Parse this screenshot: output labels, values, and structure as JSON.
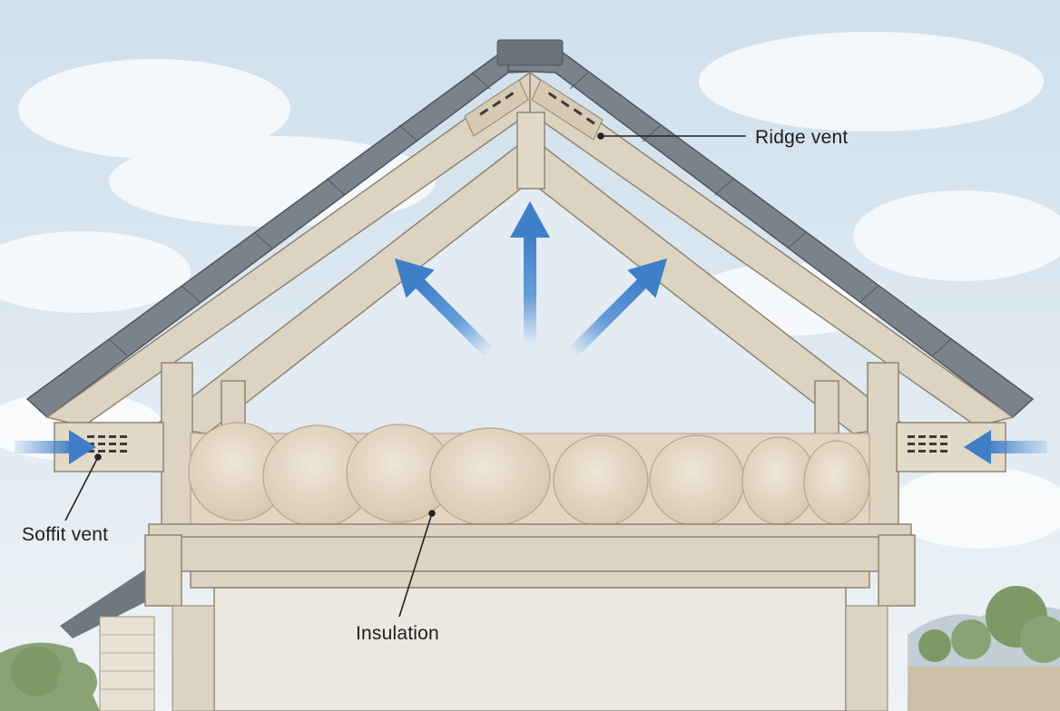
{
  "labels": {
    "ridge_vent": "Ridge vent",
    "soffit_vent": "Soffit vent",
    "insulation": "Insulation"
  },
  "colors": {
    "sky": "#dfeaf2",
    "cloud": "#ffffff",
    "wood": "#ddd3c1",
    "wood_dark": "#b9ac95",
    "shingle": "#6f7880",
    "insulation": "#e7dccb",
    "airflow_arrow": "#4f8fd4",
    "line": "#222222"
  },
  "icons": [
    "airflow-arrow-icon",
    "vent-slots-icon"
  ]
}
